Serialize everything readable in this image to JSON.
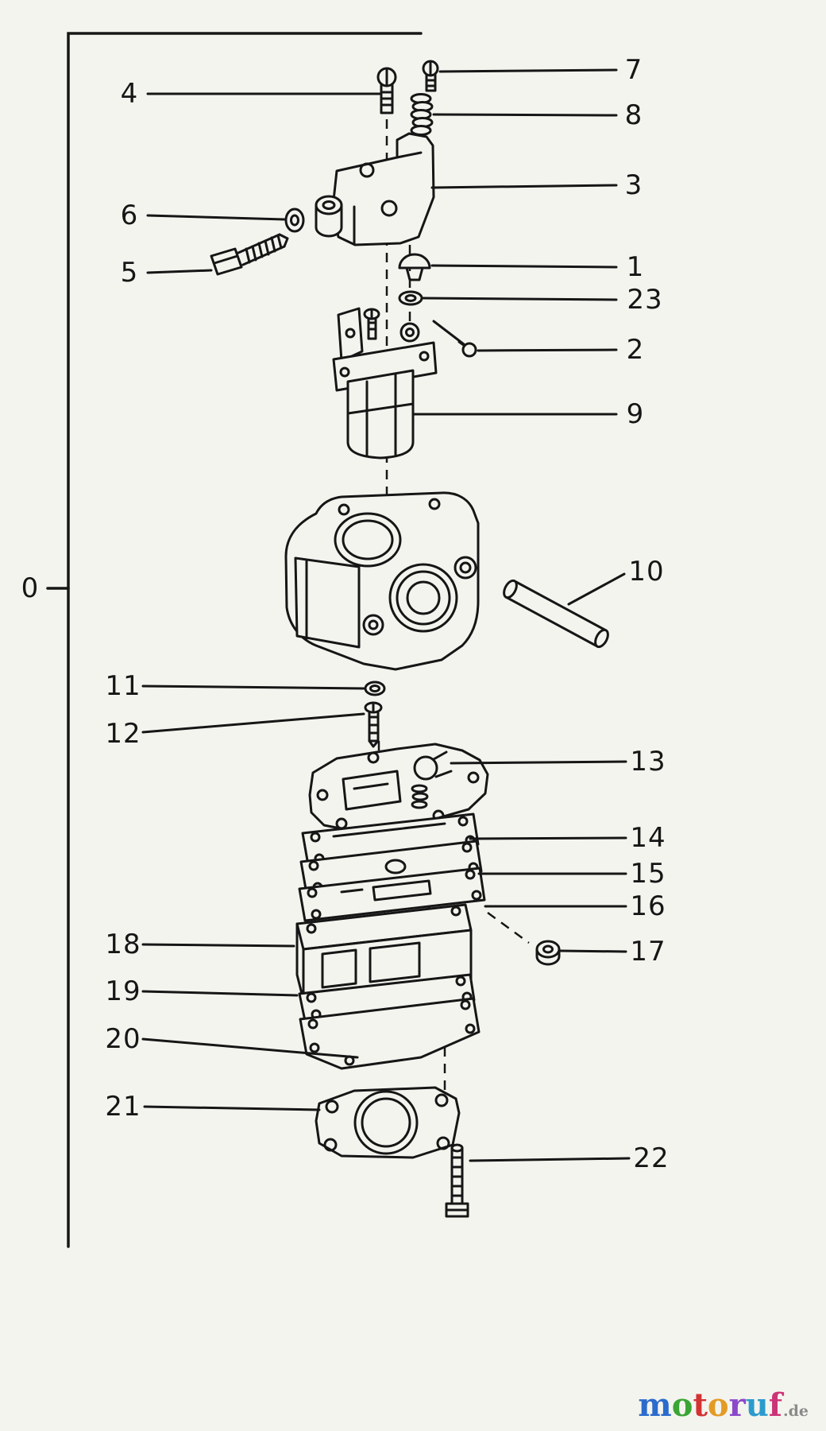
{
  "diagram": {
    "type": "exploded-parts-diagram",
    "subject": "carburetor assembly",
    "ink_color": "#161616",
    "background_color": "#f4f4ef"
  },
  "callouts": [
    {
      "label": "0"
    },
    {
      "label": "1"
    },
    {
      "label": "2"
    },
    {
      "label": "3"
    },
    {
      "label": "4"
    },
    {
      "label": "5"
    },
    {
      "label": "6"
    },
    {
      "label": "7"
    },
    {
      "label": "8"
    },
    {
      "label": "9"
    },
    {
      "label": "10"
    },
    {
      "label": "11"
    },
    {
      "label": "12"
    },
    {
      "label": "13"
    },
    {
      "label": "14"
    },
    {
      "label": "15"
    },
    {
      "label": "16"
    },
    {
      "label": "17"
    },
    {
      "label": "18"
    },
    {
      "label": "19"
    },
    {
      "label": "20"
    },
    {
      "label": "21"
    },
    {
      "label": "22"
    },
    {
      "label": "23"
    }
  ],
  "watermark": {
    "letters": [
      {
        "ch": "m",
        "color": "#2b6bcc"
      },
      {
        "ch": "o",
        "color": "#3aa535"
      },
      {
        "ch": "t",
        "color": "#d23333"
      },
      {
        "ch": "o",
        "color": "#e39b26"
      },
      {
        "ch": "r",
        "color": "#8a49c9"
      },
      {
        "ch": "u",
        "color": "#2b9bcc"
      },
      {
        "ch": "f",
        "color": "#cc3377"
      }
    ],
    "suffix": ".de"
  }
}
